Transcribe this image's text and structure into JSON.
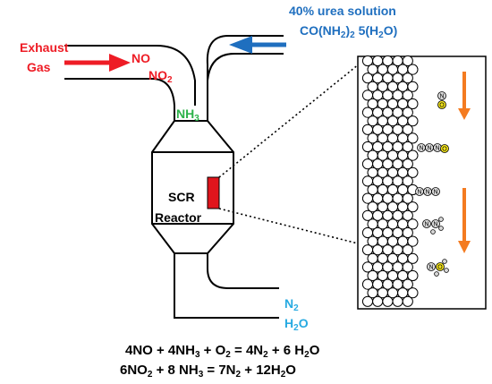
{
  "colors": {
    "exhaust": "#ee1c25",
    "urea": "#1f6fbf",
    "nh3": "#2db24a",
    "products": "#27aae1",
    "reactor_marker": "#e0151c",
    "flow_arrow": "#f47b20",
    "oxygen_atom": "#f2e31b",
    "line": "#000000"
  },
  "inlet": {
    "exhaust_line1": "Exhaust",
    "exhaust_line2": "Gas",
    "no": "NO",
    "no2_main": "NO",
    "no2_sub": "2"
  },
  "urea": {
    "line1": "40% urea solution",
    "formula_prefix": "CO(NH",
    "formula_sub1": "2",
    "formula_mid": ")",
    "formula_sub2": "2",
    "formula_mid2": " 5(H",
    "formula_sub3": "2",
    "formula_suffix": "O)"
  },
  "ammonia": {
    "main": "NH",
    "sub": "3"
  },
  "reactor": {
    "line1": "SCR",
    "line2": "Reactor"
  },
  "outlet": {
    "n2_main": "N",
    "n2_sub": "2",
    "h2o_main": "H",
    "h2o_sub": "2",
    "h2o_suffix": "O"
  },
  "equations": {
    "eq1": {
      "p1": "4NO + 4NH",
      "s1": "3",
      "p2": " + O",
      "s2": "2",
      "p3": " = 4N",
      "s3": "2",
      "p4": " + 6 H",
      "s4": "2",
      "p5": "O"
    },
    "eq2": {
      "p1": "6NO",
      "s1": "2",
      "p2": " + 8 NH",
      "s2": "3",
      "p3": " = 7N",
      "s3": "2",
      "p4": " + 12H",
      "s4": "2",
      "p5": "O"
    }
  },
  "atoms": {
    "nitrogen": "N",
    "oxygen": "O"
  }
}
